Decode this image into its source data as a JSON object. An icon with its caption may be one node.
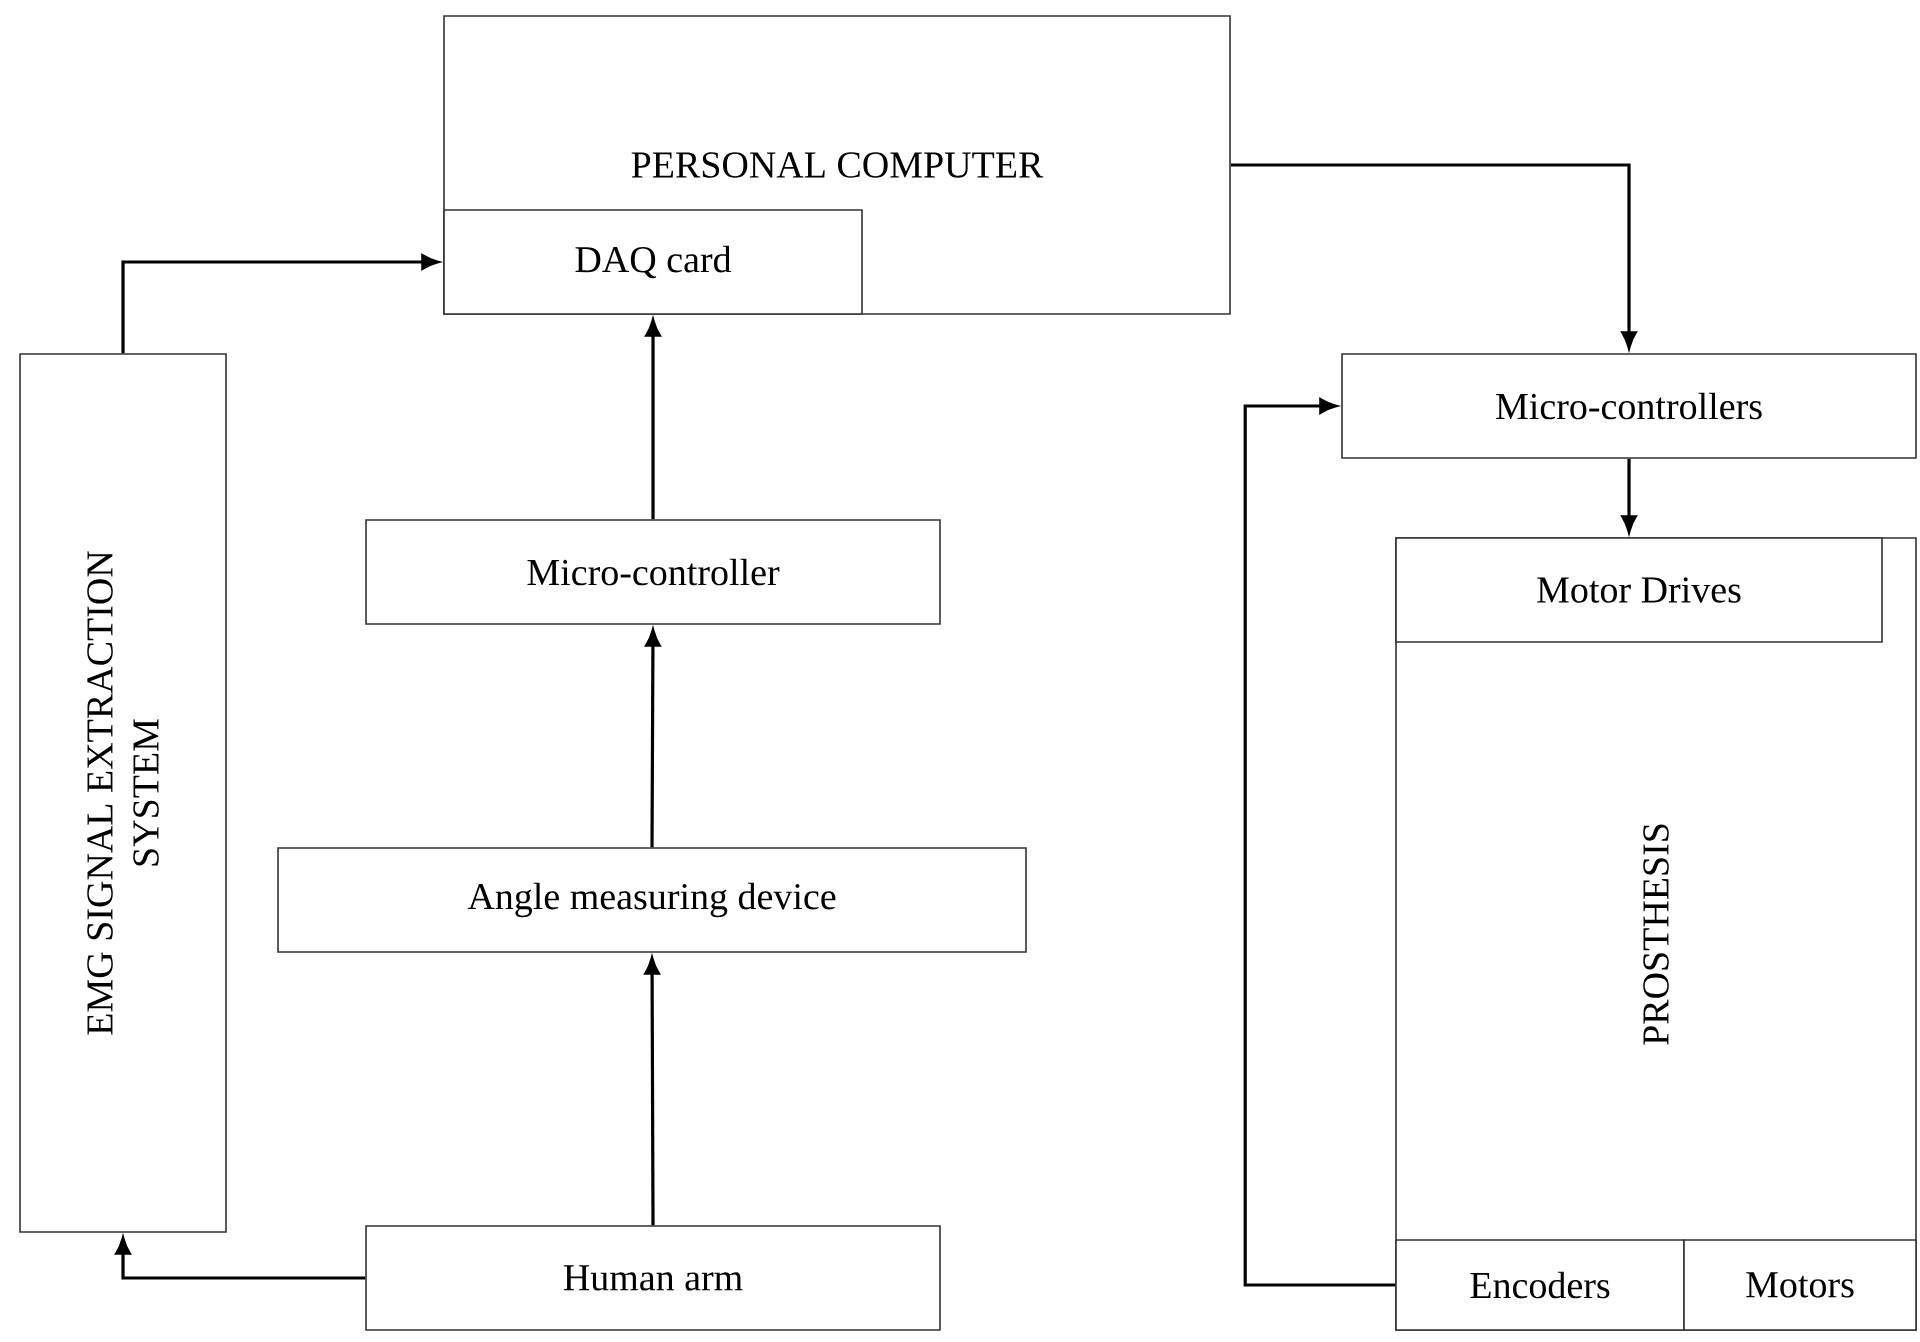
{
  "diagram": {
    "nodes": [
      {
        "text": [
          "PERSONAL COMPUTER"
        ]
      },
      {
        "text": [
          "DAQ card"
        ],
        "in": 0
      },
      {
        "text": [
          "EMG SIGNAL EXTRACTION SYSTEM"
        ]
      },
      {
        "text": [
          "Micro-controller"
        ]
      },
      {
        "text": [
          "Angle measuring device"
        ]
      },
      {
        "text": [
          "Human arm"
        ]
      },
      {
        "text": [
          "Micro-controllers"
        ]
      },
      {
        "text": [
          "PROSTHESIS"
        ]
      },
      {
        "text": [
          "Motor Drives"
        ],
        "in": 7
      },
      {
        "text": [
          "Encoders"
        ],
        "in": 7
      },
      {
        "text": [
          "Motors"
        ],
        "in": 7
      }
    ],
    "edges": [
      {
        "from": 2,
        "to": 1,
        "arrow": "to"
      },
      {
        "from": 3,
        "to": 1,
        "arrow": "to"
      },
      {
        "from": 4,
        "to": 3,
        "arrow": "to"
      },
      {
        "from": 5,
        "to": 4,
        "arrow": "to"
      },
      {
        "from": 5,
        "to": 2,
        "arrow": "to"
      },
      {
        "from": 0,
        "to": 6,
        "arrow": "to"
      },
      {
        "from": 6,
        "to": 8,
        "arrow": "to"
      },
      {
        "from": 9,
        "to": 6,
        "arrow": "to"
      }
    ]
  }
}
